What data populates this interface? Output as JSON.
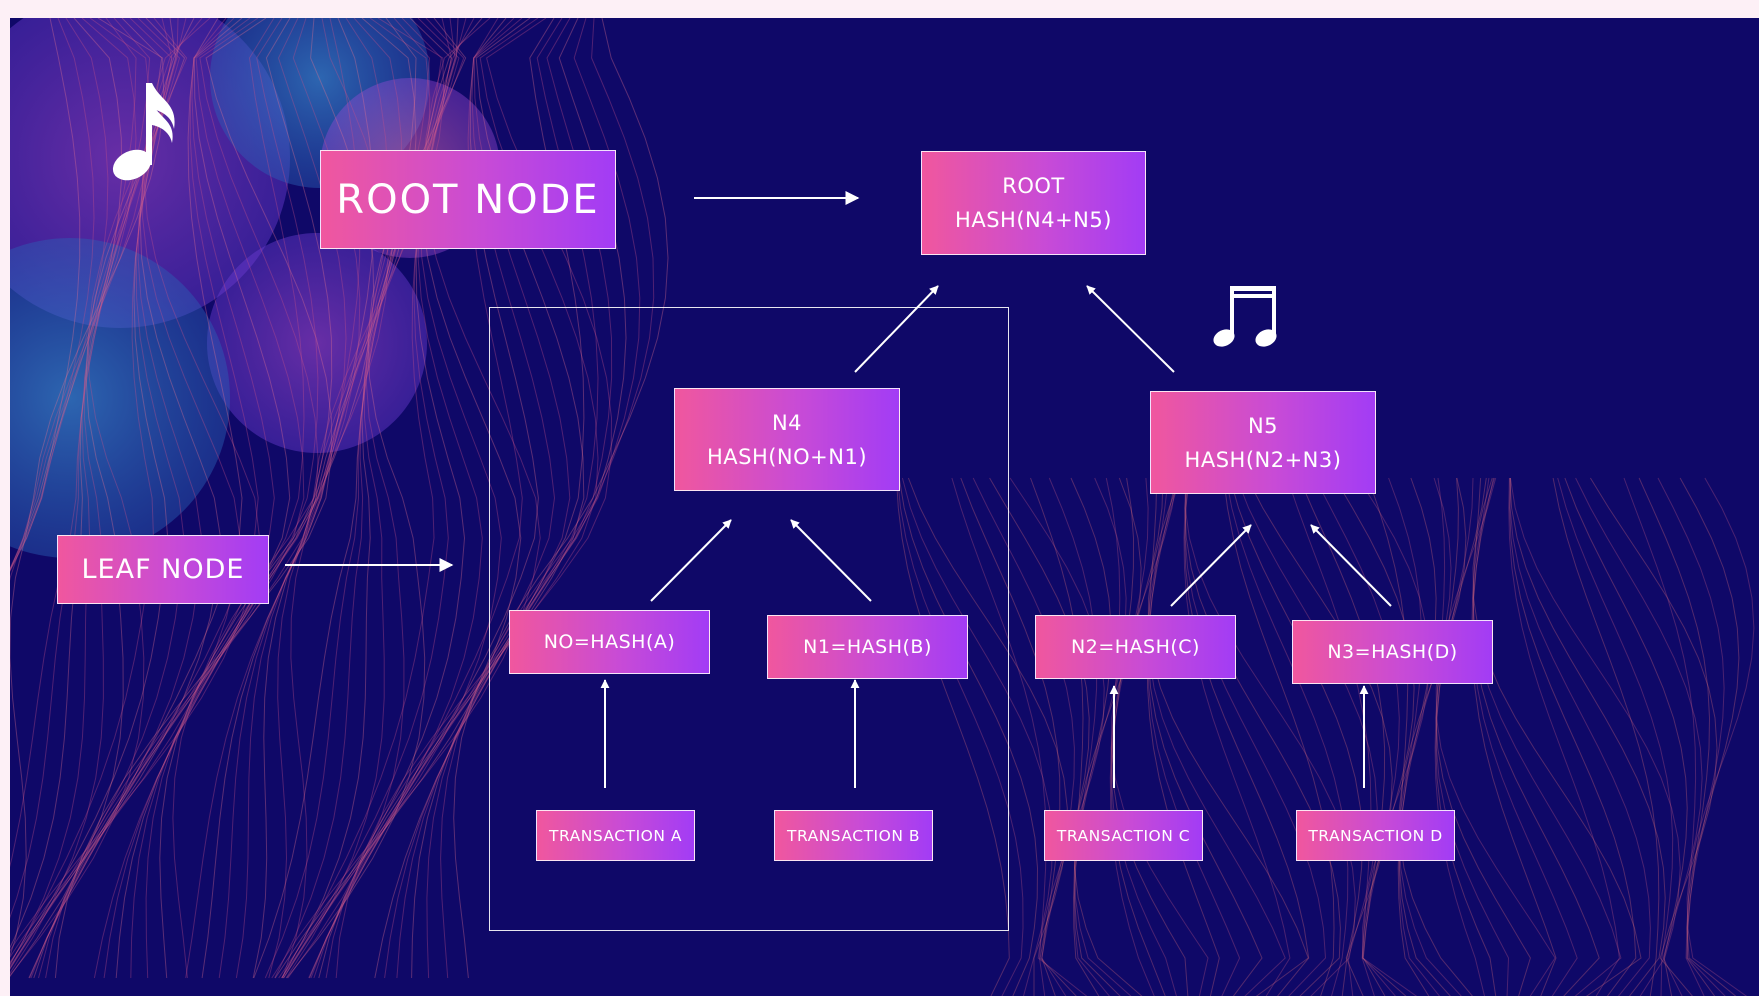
{
  "labels": {
    "root_node": "ROOT NODE",
    "leaf_node": "LEAF NODE"
  },
  "nodes": {
    "root": {
      "title": "ROOT",
      "formula": "HASH(N4+N5)"
    },
    "n4": {
      "title": "N4",
      "formula": "HASH(NO+N1)"
    },
    "n5": {
      "title": "N5",
      "formula": "HASH(N2+N3)"
    },
    "n0": "NO=HASH(A)",
    "n1": "N1=HASH(B)",
    "n2": "N2=HASH(C)",
    "n3": "N3=HASH(D)"
  },
  "transactions": {
    "a": "TRANSACTION A",
    "b": "TRANSACTION B",
    "c": "TRANSACTION C",
    "d": "TRANSACTION D"
  },
  "icons": {
    "decor_top_left": "eighth-note-icon",
    "decor_right": "beamed-notes-icon"
  },
  "colors": {
    "background": "#0f0868",
    "box_gradient_start": "#f0579e",
    "box_gradient_end": "#a23cf5",
    "lines": "#ffffff"
  }
}
